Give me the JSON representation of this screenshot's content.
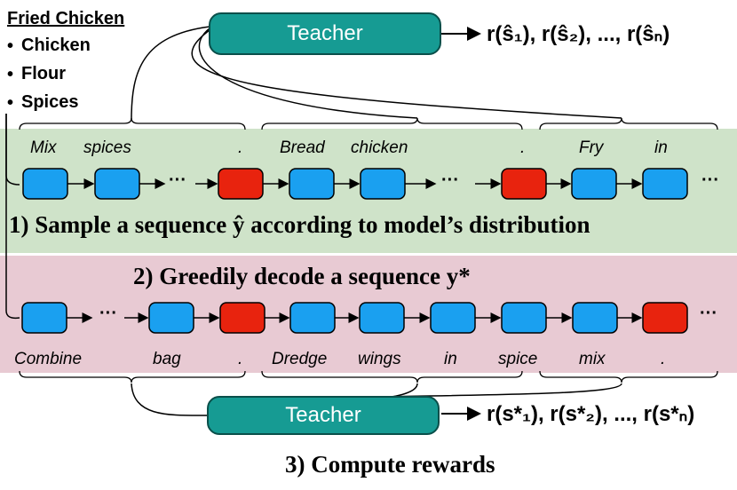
{
  "recipe": {
    "title": "Fried Chicken",
    "ingredients": [
      "Chicken",
      "Flour",
      "Spices"
    ],
    "bullet": "•"
  },
  "teacher_label": "Teacher",
  "rewards_sampled": "r(ŝ₁), r(ŝ₂), ..., r(ŝₙ)",
  "rewards_greedy": "r(s*₁), r(s*₂), ..., r(s*ₙ)",
  "ellipsis": "···",
  "step1": "1) Sample a sequence ŷ according to model’s distribution",
  "step2": "2) Greedily decode a sequence y*",
  "step3": "3) Compute rewards",
  "sampled_words": [
    "Mix",
    "spices",
    ".",
    "Bread",
    "chicken",
    ".",
    "Fry",
    "in"
  ],
  "greedy_words": [
    "Combine",
    "bag",
    ".",
    "Dredge",
    "wings",
    "in",
    "spice",
    "mix",
    "."
  ],
  "colors": {
    "token_blue": "#1aa0f0",
    "token_red": "#e8230e",
    "teacher_fill": "#169b93",
    "band_green": "#cfe3c9",
    "band_pink": "#e8cad3"
  }
}
